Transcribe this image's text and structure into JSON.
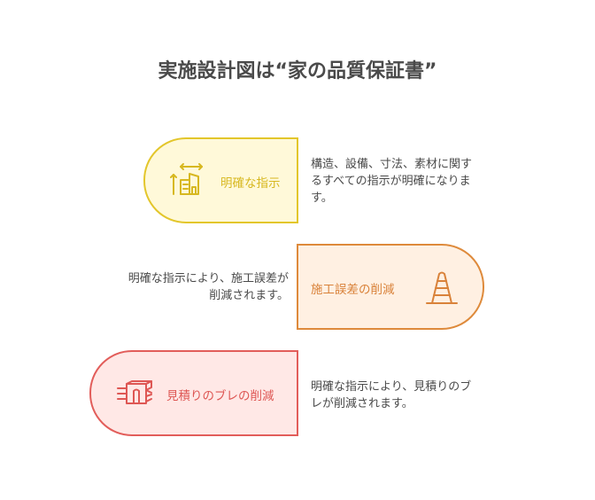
{
  "title": "実施設計図は“家の品質保証書”",
  "items": [
    {
      "label": "明確な指示",
      "icon": "building-dimension-icon",
      "description_lines": [
        "構造、設備、寸法、素材に関す",
        "るすべての指示が明確になりま",
        "す。"
      ],
      "color": "#e3c62b",
      "fill": "#fff9d9"
    },
    {
      "label": "施工誤差の削減",
      "icon": "traffic-cone-icon",
      "description_lines": [
        "明確な指示により、施工誤差が",
        "削減されます。"
      ],
      "color": "#de8a3b",
      "fill": "#fff0e2"
    },
    {
      "label": "見積りのブレの削減",
      "icon": "money-stack-icon",
      "description_lines": [
        "明確な指示により、見積りのブ",
        "レが削減されます。"
      ],
      "color": "#e25d5a",
      "fill": "#ffe8e6"
    }
  ]
}
